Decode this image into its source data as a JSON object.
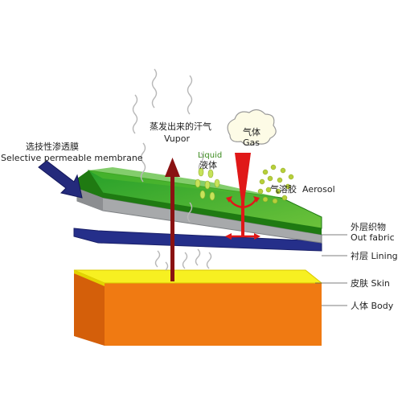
{
  "labels": {
    "membrane_cn": "选技性渗透膜",
    "membrane_en": "Selective permeable membrane",
    "vapor_cn": "蒸发出来的汗气",
    "vapor_en": "Vupor",
    "gas_cn": "气体",
    "gas_en": "Gas",
    "liquid_en": "Liquid",
    "liquid_cn": "液体",
    "aerosol_cn": "气溶胶",
    "aerosol_en": "Aerosol",
    "out_fabric": "外层织物   Out fabric",
    "lining": "衬层   Lining",
    "skin": "皮肤  Skin",
    "body": "人体  Body"
  },
  "colors": {
    "outer_fabric": "#33a51f",
    "outer_fabric_edge": "#1f7a12",
    "membrane": "#a7a9ab",
    "lining": "#252f8a",
    "skin": "#f7f021",
    "body": "#f07a12",
    "vapor_arrow": "#8a1212",
    "gas_arrow": "#e01818",
    "liquid_drops": "#c7e25a",
    "aerosol_dots": "#b7cf3a"
  }
}
